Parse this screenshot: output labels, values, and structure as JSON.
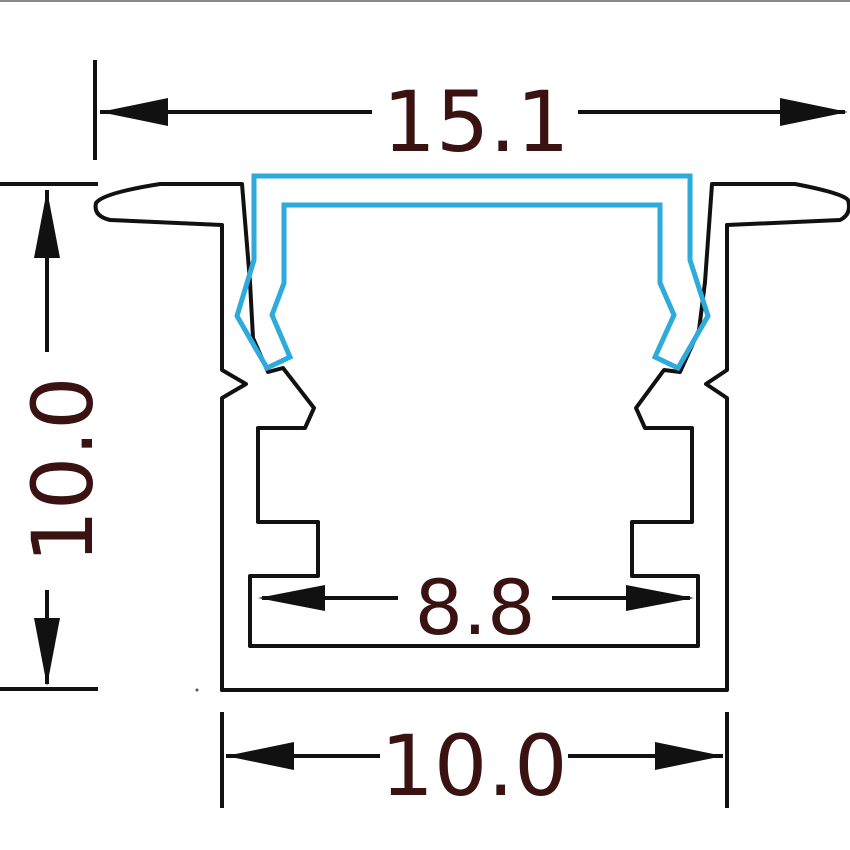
{
  "dimensions": {
    "top_width": "15.1",
    "height": "10.0",
    "inner_width": "8.8",
    "bottom_width": "10.0"
  },
  "colors": {
    "profile": "#111111",
    "cover": "#2eaadc",
    "dimension_text": "#3a1212"
  }
}
